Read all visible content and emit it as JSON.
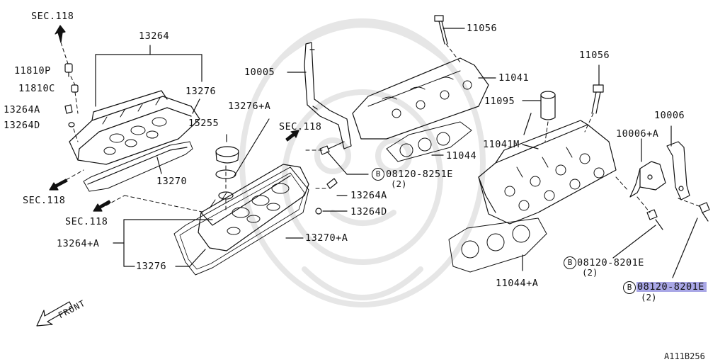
{
  "colors": {
    "ink": "#111111",
    "watermark": "#e6e6e6",
    "highlight": "#a9a7e6"
  },
  "sec_refs": {
    "top_left": "SEC.118",
    "left_1": "SEC.118",
    "left_2": "SEC.118",
    "center": "SEC.118"
  },
  "parts": {
    "p13264": "13264",
    "p11810P": "11810P",
    "p11810C": "11810C",
    "p13264A_left": "13264A",
    "p13264D_left": "13264D",
    "p13276_top": "13276",
    "p13276A": "13276+A",
    "p15255": "15255",
    "p13270": "13270",
    "p13264plusA": "13264+A",
    "p13276_bottom": "13276",
    "p13270plusA": "13270+A",
    "p10005": "10005",
    "p11056_top": "11056",
    "p11041": "11041",
    "p11095": "11095",
    "p11044": "11044",
    "p13264A_center": "13264A",
    "p13264D_center": "13264D",
    "p11041M": "11041M",
    "p11044plusA": "11044+A",
    "p11056_right": "11056",
    "p10006": "10006",
    "p10006plusA": "10006+A"
  },
  "bolts": {
    "b1": {
      "letter": "B",
      "code": "08120-8251E",
      "qty": "(2)"
    },
    "b2": {
      "letter": "B",
      "code": "08120-8201E",
      "qty": "(2)"
    },
    "b3": {
      "letter": "B",
      "code": "08120-8201E",
      "qty": "(2)"
    }
  },
  "front_label": "FRONT",
  "diagram_code": "A111B256"
}
